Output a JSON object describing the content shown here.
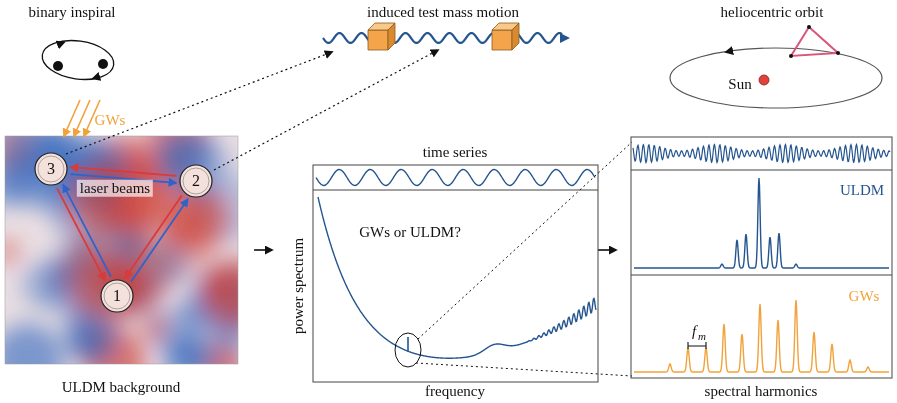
{
  "diagram": {
    "nodes": [
      {
        "text": [
          "3"
        ]
      },
      {
        "text": [
          "2"
        ]
      },
      {
        "text": [
          "1"
        ]
      }
    ],
    "edges": [
      {
        "from": 1,
        "to": 0,
        "arrow": "to"
      },
      {
        "from": 0,
        "to": 1,
        "arrow": "to"
      },
      {
        "from": 2,
        "to": 0,
        "arrow": "to"
      },
      {
        "from": 0,
        "to": 2,
        "arrow": "to"
      },
      {
        "from": 2,
        "to": 1,
        "arrow": "to"
      },
      {
        "from": 1,
        "to": 2,
        "arrow": "to"
      }
    ],
    "labels": [
      "binary inspiral",
      "GWs",
      "laser beams",
      "ULDM background",
      "induced test mass motion",
      "time series",
      "GWs or ULDM?",
      "power spectrum",
      "frequency",
      "heliocentric orbit",
      "Sun",
      "ULDM",
      "GWs",
      "f",
      "m",
      "spectral harmonics"
    ]
  }
}
